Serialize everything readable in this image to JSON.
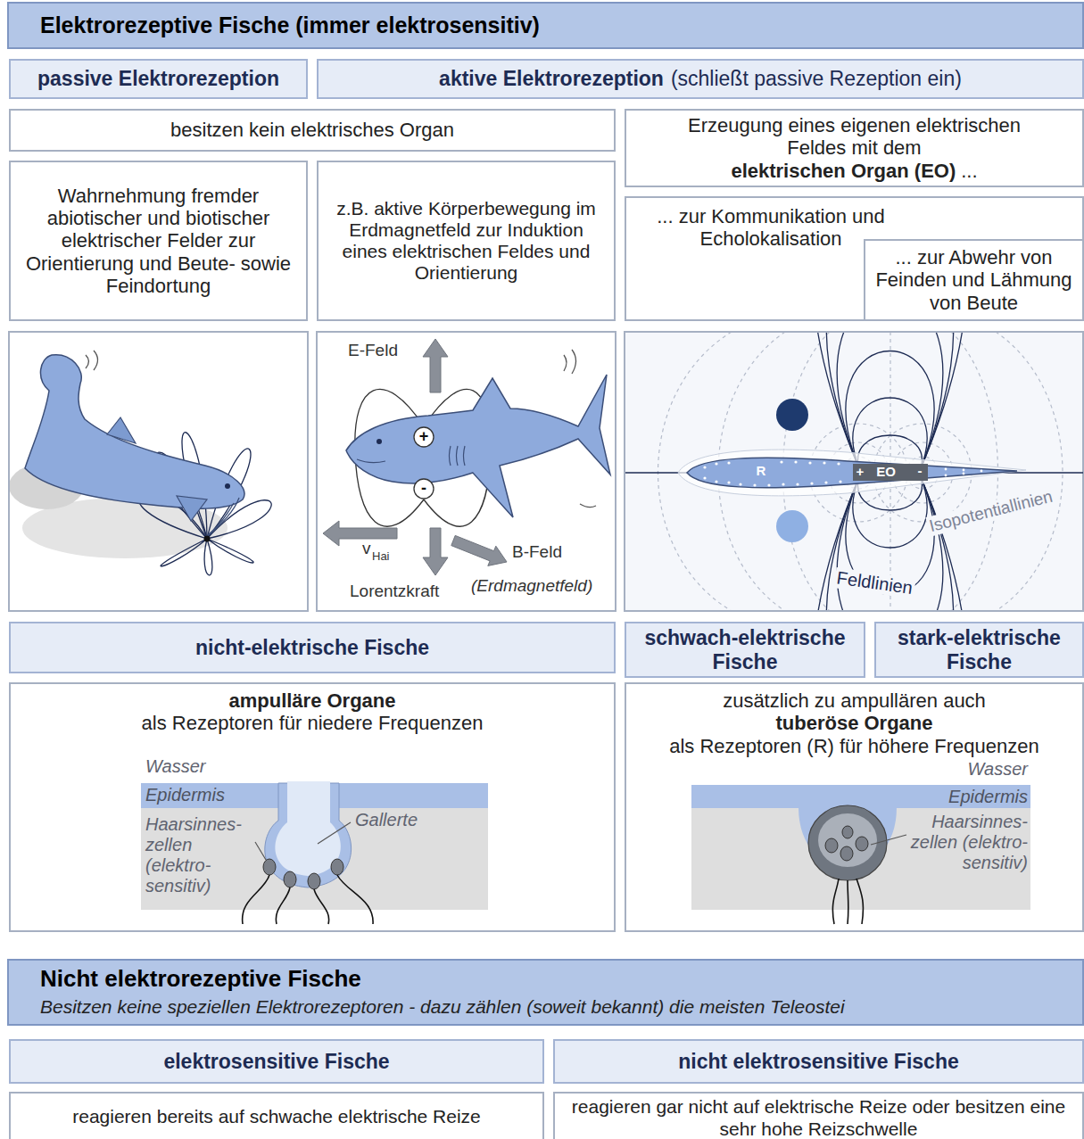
{
  "diagram": {
    "nodes": [
      {
        "text": [
          "Elektrorezeptive Fische (immer elektrosensitiv)"
        ]
      },
      {
        "text": [
          "passive Elektrorezeption"
        ]
      },
      {
        "text": [
          "aktive Elektrorezeption",
          "(schließt passive Rezeption ein)"
        ]
      },
      {
        "text": [
          "besitzen kein elektrisches Organ"
        ]
      },
      {
        "text": [
          "Erzeugung eines eigenen elektrischen Feldes mit dem",
          "elektrischen Organ (EO)",
          "..."
        ]
      },
      {
        "text": [
          "Wahrnehmung fremder abiotischer und biotischer elektrischer Felder zur Orientierung und Beute- sowie Feindortung"
        ]
      },
      {
        "text": [
          "z.B. aktive Körperbewegung im Erdmagnetfeld zur Induktion eines elektrischen Feldes und Orientierung"
        ]
      },
      {
        "text": [
          "... zur Kommunikation und Echolokalisation"
        ]
      },
      {
        "text": [
          "... zur Abwehr von Feinden und Lähmung von Beute"
        ],
        "in": 7
      },
      {
        "text": [
          "nicht-elektrische Fische"
        ]
      },
      {
        "text": [
          "schwach-elektrische Fische"
        ]
      },
      {
        "text": [
          "stark-elektrische Fische"
        ]
      },
      {
        "text": [
          "ampulläre Organe",
          "als Rezeptoren für niedere Frequenzen"
        ]
      },
      {
        "text": [
          "zusätzlich zu ampullären auch",
          "tuberöse Organe",
          "als Rezeptoren (R) für höhere Frequenzen"
        ]
      },
      {
        "text": [
          "Nicht elektrorezeptive Fische",
          "Besitzen keine speziellen Elektrorezeptoren - dazu zählen (soweit bekannt) die meisten Teleostei"
        ]
      },
      {
        "text": [
          "elektrosensitive Fische"
        ]
      },
      {
        "text": [
          "nicht elektrosensitive Fische"
        ]
      },
      {
        "text": [
          "reagieren bereits auf schwache elektrische Reize"
        ]
      },
      {
        "text": [
          "reagieren gar nicht auf elektrische Reize oder besitzen eine sehr hohe Reizschwelle"
        ]
      }
    ],
    "labels": [
      "E-Feld",
      "+",
      "-",
      "v",
      "Hai",
      "Lorentzkraft",
      "B-Feld",
      "(Erdmagnetfeld)",
      "R",
      "+",
      "EO",
      "-",
      "Isopotentiallinien",
      "Feldlinien",
      "Wasser",
      "Epidermis",
      "Haarsinnes- zellen (elektro- sensitiv)",
      "Gallerte",
      "Wasser",
      "Epidermis",
      "Haarsinnes- zellen (elektro- sensitiv)"
    ]
  }
}
